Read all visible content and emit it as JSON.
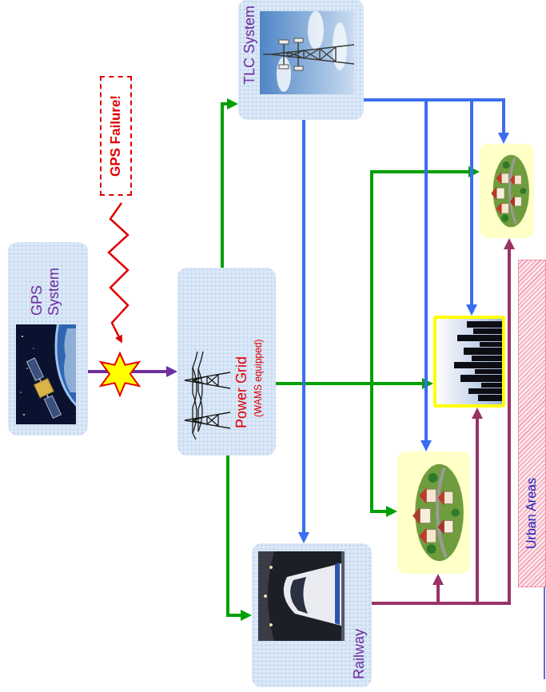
{
  "diagram": {
    "nodes": [
      {
        "text": [
          "GPS System"
        ]
      },
      {
        "text": [
          "GPS Failure!"
        ]
      },
      {
        "text": [
          "Power Grid",
          "(WAMS equipped)"
        ]
      },
      {
        "text": [
          "Railway"
        ]
      },
      {
        "text": [
          "TLC System"
        ]
      },
      {
        "text": [
          "Urban Areas"
        ]
      }
    ],
    "edges": [
      {
        "from": 0,
        "to": 2,
        "arrow": "to"
      },
      {
        "from": 2,
        "to": 4,
        "arrow": "to"
      },
      {
        "from": 2,
        "to": 3,
        "arrow": "to"
      },
      {
        "from": 2,
        "to": 5,
        "arrow": "to"
      },
      {
        "from": 4,
        "to": 3,
        "arrow": "to"
      },
      {
        "from": 4,
        "to": 5,
        "arrow": "to"
      },
      {
        "from": 3,
        "to": 5,
        "arrow": "to"
      }
    ]
  }
}
